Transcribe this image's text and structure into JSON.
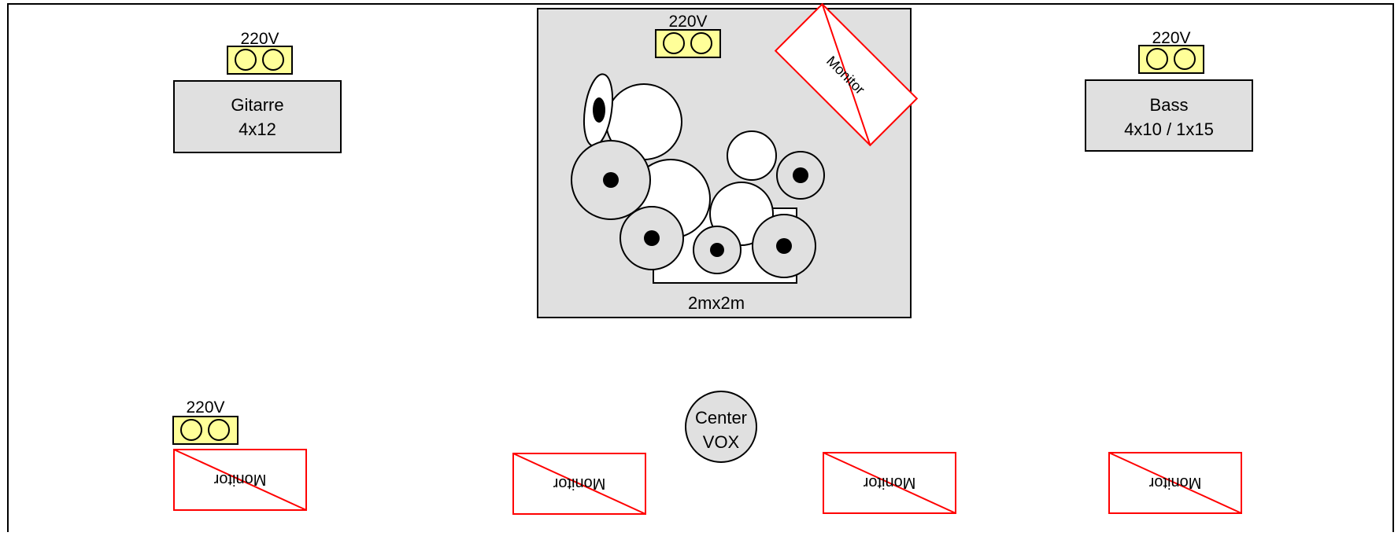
{
  "stage_plot": {
    "power": {
      "guitar": "220V",
      "drums": "220V",
      "bass": "220V",
      "front_left": "220V"
    },
    "guitar_amp": {
      "line1": "Gitarre",
      "line2": "4x12"
    },
    "bass_amp": {
      "line1": "Bass",
      "line2": "4x10 / 1x15"
    },
    "drum_riser": {
      "label": "2mx2m"
    },
    "drum_monitor": {
      "label": "Monitor"
    },
    "center_vocal": {
      "line1": "Center",
      "line2": "VOX"
    },
    "front_monitors": [
      {
        "label": "Monitor"
      },
      {
        "label": "Monitor"
      },
      {
        "label": "Monitor"
      },
      {
        "label": "Monitor"
      }
    ]
  },
  "colors": {
    "outline": "#000000",
    "riser_fill": "#e0e0e0",
    "amp_fill": "#e0e0e0",
    "power_fill": "#ffff99",
    "monitor_stroke": "#ff0000",
    "drum_fill": "#e0e0e0",
    "cymbal_fill": "#ffffff"
  }
}
